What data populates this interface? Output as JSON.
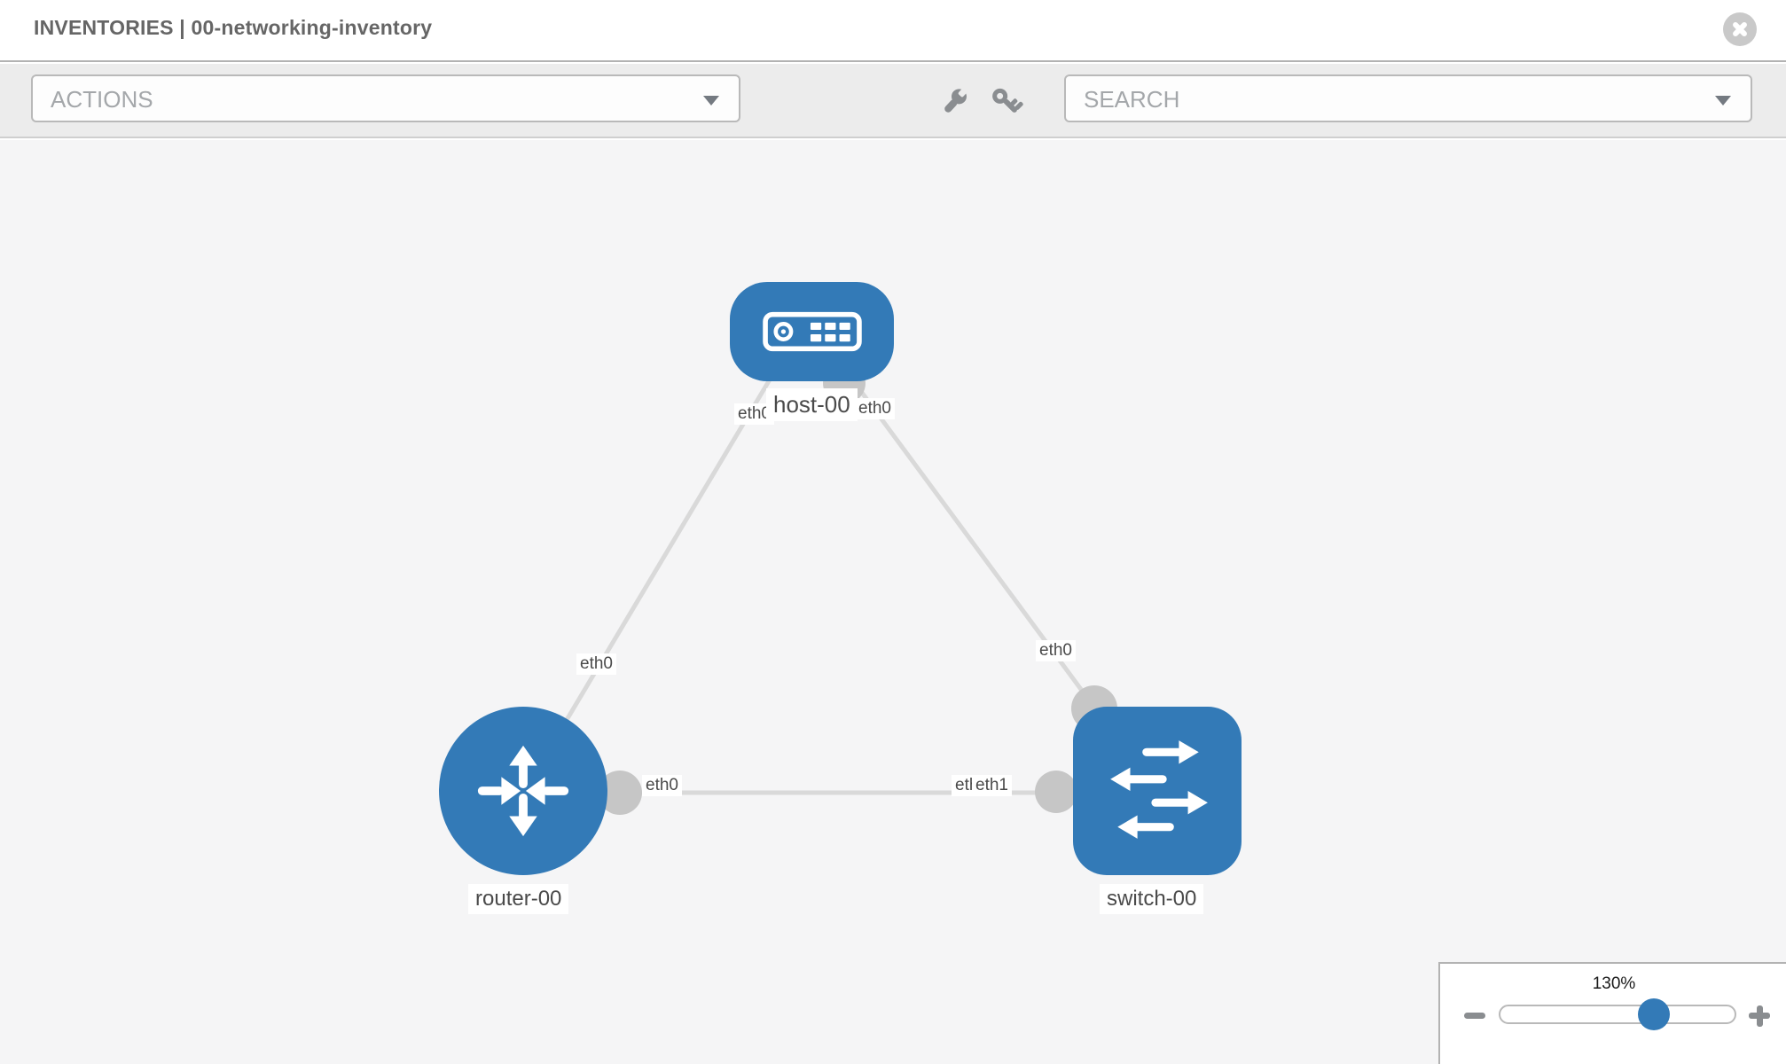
{
  "header": {
    "title": "INVENTORIES | 00-networking-inventory"
  },
  "toolbar": {
    "actions_placeholder": "ACTIONS",
    "search_placeholder": "SEARCH"
  },
  "topology": {
    "nodes": [
      {
        "id": "host-00",
        "type": "host",
        "label": "host-00",
        "icon": "server-icon"
      },
      {
        "id": "router-00",
        "type": "router",
        "label": "router-00",
        "icon": "router-arrows-icon"
      },
      {
        "id": "switch-00",
        "type": "switch",
        "label": "switch-00",
        "icon": "switch-arrows-icon"
      }
    ],
    "links": [
      {
        "from": "router-00",
        "from_iface": "eth0",
        "to": "host-00",
        "to_iface": "eth0"
      },
      {
        "from": "host-00",
        "from_iface": "eth0",
        "to": "switch-00",
        "to_iface": "eth0"
      },
      {
        "from": "router-00",
        "from_iface": "eth0",
        "to": "switch-00",
        "to_iface": "eth1"
      }
    ],
    "iface_labels": {
      "router_host_near_host": "eth0",
      "host_switch_near_host": "eth0",
      "router_host_mid": "eth0",
      "host_switch_near_switch": "eth0",
      "router_switch_near_router": "eth0",
      "router_switch_near_switch_under": "eth0",
      "router_switch_near_switch_over": "eth1"
    }
  },
  "zoom_control": {
    "value": "130%"
  },
  "colors": {
    "node_blue": "#337ab7",
    "link_gray": "#d9d9d9",
    "connector_gray": "#c6c6c6",
    "canvas_bg": "#f5f5f6",
    "toolbar_bg": "#ececec",
    "icon_gray": "#8a8d90"
  }
}
